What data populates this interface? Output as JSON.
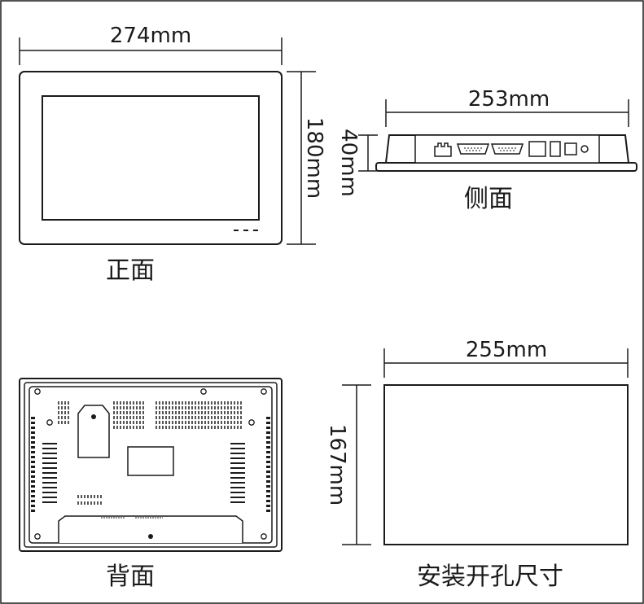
{
  "labels": {
    "front_caption": "正面",
    "side_caption": "侧面",
    "back_caption": "背面",
    "cutout_caption": "安装开孔尺寸"
  },
  "dimensions": {
    "front_width": "274mm",
    "front_height": "180mm",
    "side_width": "253mm",
    "side_depth": "40mm",
    "cutout_width": "255mm",
    "cutout_height": "167mm"
  },
  "colors": {
    "line": "#1a1a1a",
    "panel": "#ffffff",
    "rear_fill": "#eeeeee"
  }
}
